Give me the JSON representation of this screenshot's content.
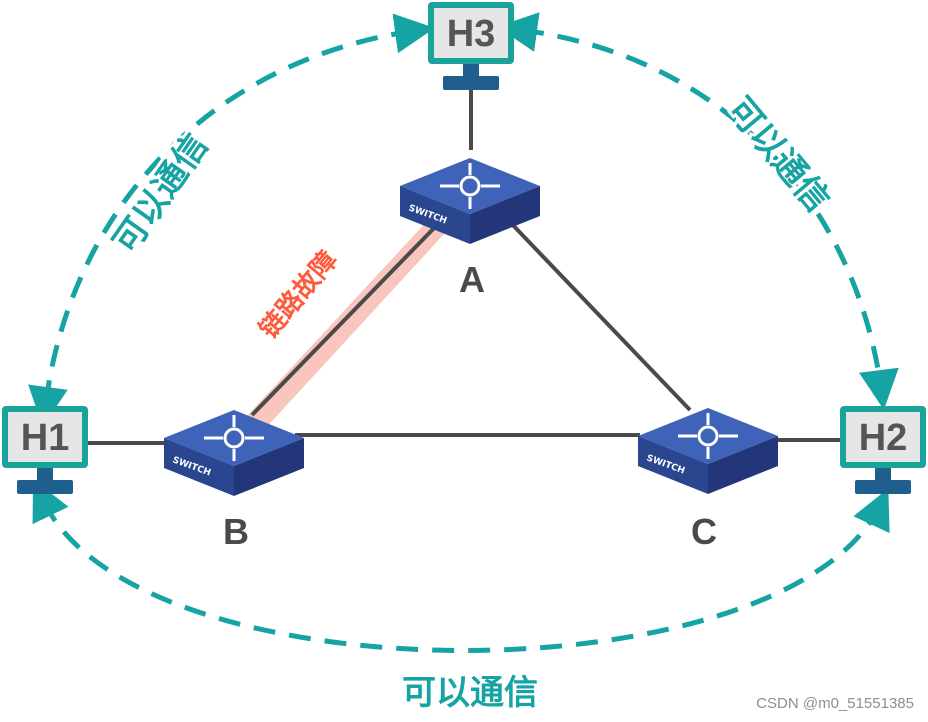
{
  "hosts": [
    {
      "id": "h1",
      "label": "H1"
    },
    {
      "id": "h2",
      "label": "H2"
    },
    {
      "id": "h3",
      "label": "H3"
    }
  ],
  "switches": [
    {
      "id": "a",
      "label": "A",
      "device_text": "SWITCH"
    },
    {
      "id": "b",
      "label": "B",
      "device_text": "SWITCH"
    },
    {
      "id": "c",
      "label": "C",
      "device_text": "SWITCH"
    }
  ],
  "communication_labels": {
    "h1_h3": "可以通信",
    "h3_h2": "可以通信",
    "h1_h2": "可以通信"
  },
  "fault": {
    "link": "A-B",
    "label": "链路故障"
  },
  "colors": {
    "dashed_arrow": "#16a3a3",
    "link": "#4a4a4a",
    "host_border": "#1aa39b",
    "host_screen": "#e6e6e6",
    "host_text": "#555555",
    "host_stand": "#1f5f8e",
    "switch_top": "#3f63b8",
    "switch_side": "#23367a",
    "fault_text": "#ff5a3c",
    "fault_highlight": "#f7b3a8"
  },
  "watermark": "CSDN @m0_51551385"
}
